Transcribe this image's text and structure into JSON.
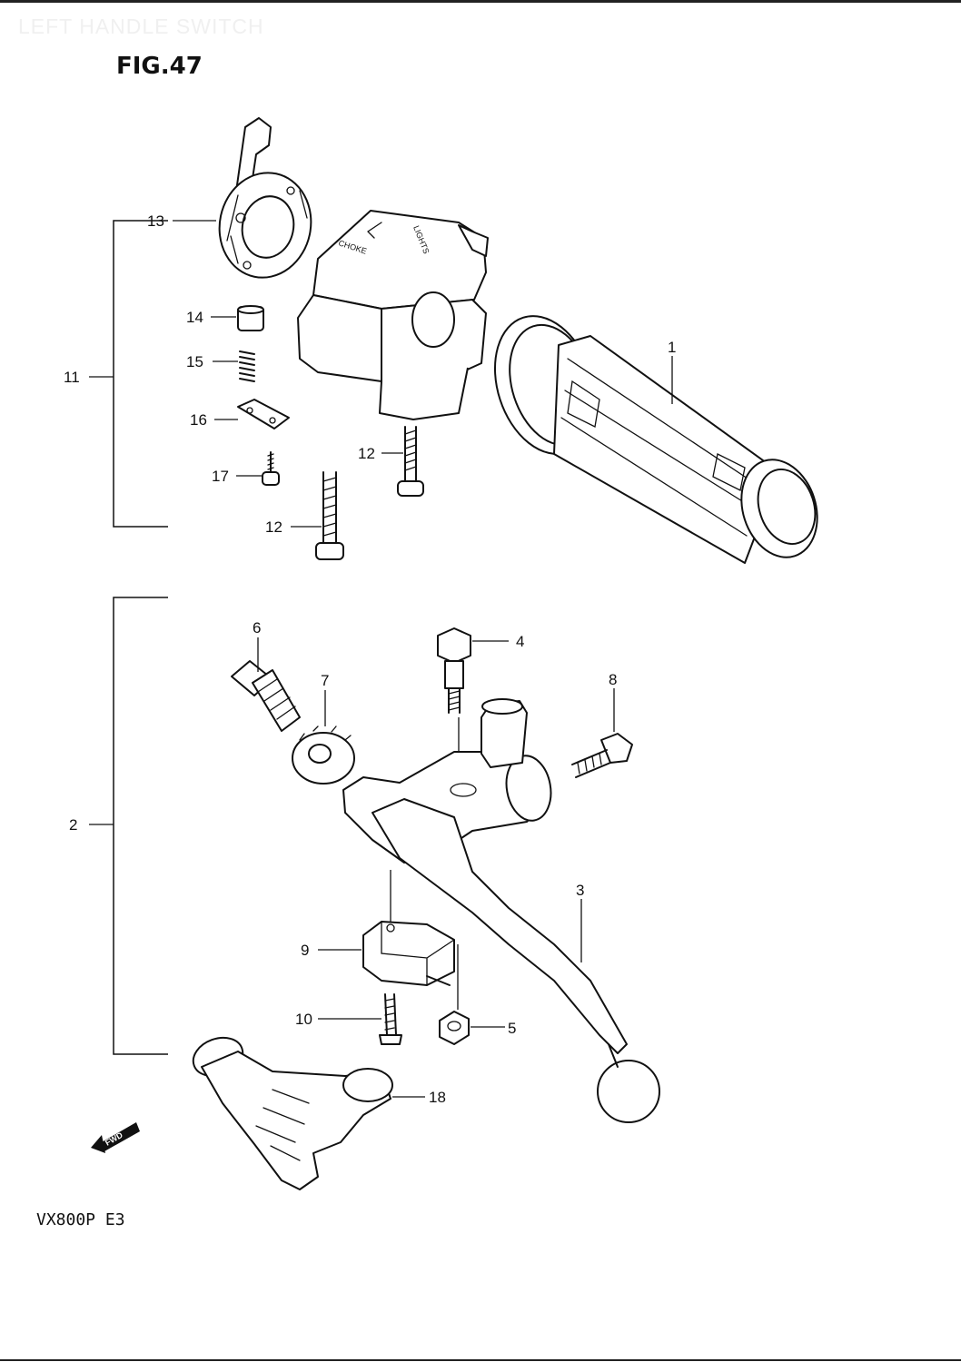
{
  "ghost_title": "LEFT HANDLE SWITCH",
  "figure_label": "FIG.47",
  "model_code": "VX800P E3",
  "switch_text": {
    "choke": "CHOKE",
    "lights": "LIGHTS"
  },
  "fwd_label": "FWD",
  "parts": {
    "p1": "1",
    "p2": "2",
    "p3": "3",
    "p4": "4",
    "p5": "5",
    "p6": "6",
    "p7": "7",
    "p8": "8",
    "p9": "9",
    "p10": "10",
    "p11": "11",
    "p12a": "12",
    "p12b": "12",
    "p13": "13",
    "p14": "14",
    "p15": "15",
    "p16": "16",
    "p17": "17",
    "p18": "18"
  }
}
